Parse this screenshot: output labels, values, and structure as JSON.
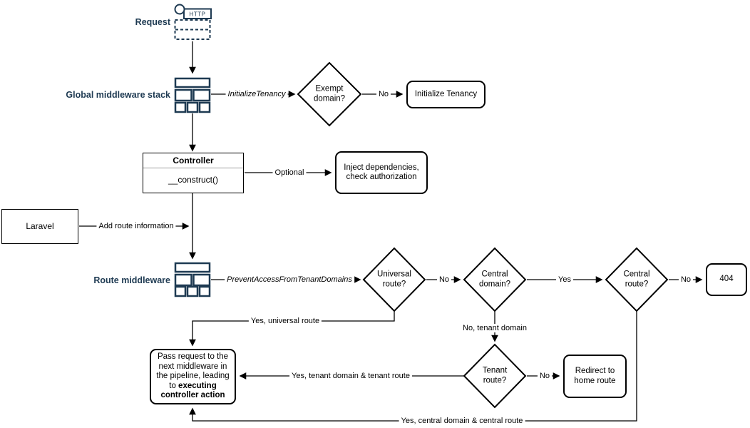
{
  "diagram": {
    "colors": {
      "accent_navy": "#1e3a52",
      "shape_border": "#000000",
      "background": "#ffffff"
    },
    "side_labels": {
      "request": "Request",
      "global_middleware_stack": "Global middleware stack",
      "route_middleware": "Route middleware"
    },
    "icons": {
      "http_badge": "HTTP"
    },
    "nodes": {
      "exempt_domain": "Exempt domain?",
      "initialize_tenancy": "Initialize Tenancy",
      "controller_title": "Controller",
      "controller_method": "__construct()",
      "inject_dependencies": "Inject dependencies, check authorization",
      "laravel": "Laravel",
      "universal_route": "Universal route?",
      "central_domain": "Central domain?",
      "central_route": "Central route?",
      "not_found": "404",
      "tenant_route": "Tenant route?",
      "redirect_home": "Redirect to home route",
      "pass_request_text": "Pass request to the next middleware in the pipeline, leading to ",
      "pass_request_bold": "executing controller action"
    },
    "edge_labels": {
      "initialize_tenancy_middleware": "InitializeTenancy",
      "exempt_no": "No",
      "optional": "Optional",
      "add_route_information": "Add route information",
      "prevent_access_middleware": "PreventAccessFromTenantDomains",
      "universal_no": "No",
      "central_domain_yes": "Yes",
      "central_route_no": "No",
      "yes_universal_route": "Yes, universal route",
      "no_tenant_domain": "No, tenant domain",
      "tenant_route_no": "No",
      "yes_tenant_domain_route": "Yes, tenant domain & tenant route",
      "yes_central_domain_route": "Yes, central domain & central route"
    }
  }
}
